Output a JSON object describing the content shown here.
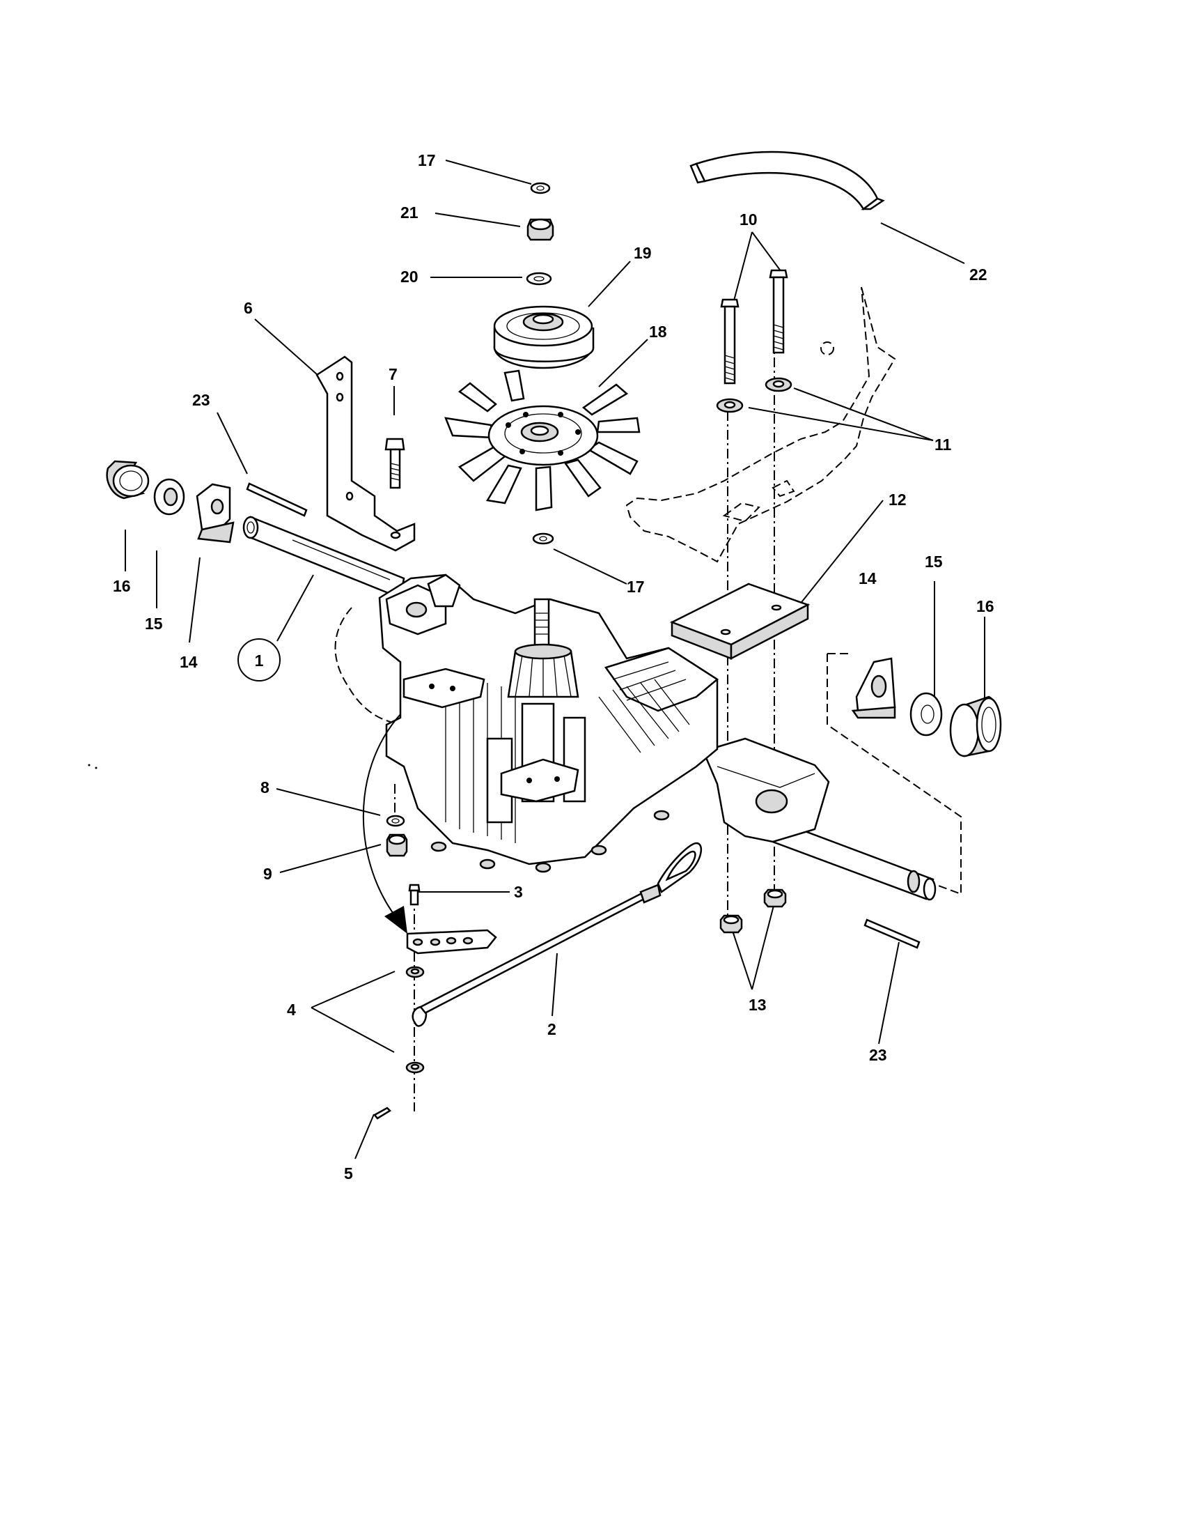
{
  "callouts": [
    {
      "id": "c17a",
      "text": "17"
    },
    {
      "id": "c21",
      "text": "21"
    },
    {
      "id": "c20",
      "text": "20"
    },
    {
      "id": "c19",
      "text": "19"
    },
    {
      "id": "c18",
      "text": "18"
    },
    {
      "id": "c22",
      "text": "22"
    },
    {
      "id": "c10",
      "text": "10"
    },
    {
      "id": "c11",
      "text": "11"
    },
    {
      "id": "c6",
      "text": "6"
    },
    {
      "id": "c7",
      "text": "7"
    },
    {
      "id": "c23a",
      "text": "23"
    },
    {
      "id": "c16a",
      "text": "16"
    },
    {
      "id": "c15a",
      "text": "15"
    },
    {
      "id": "c14a",
      "text": "14"
    },
    {
      "id": "c1",
      "text": "1"
    },
    {
      "id": "c17b",
      "text": "17"
    },
    {
      "id": "c12",
      "text": "12"
    },
    {
      "id": "c14b",
      "text": "14"
    },
    {
      "id": "c15b",
      "text": "15"
    },
    {
      "id": "c16b",
      "text": "16"
    },
    {
      "id": "c8",
      "text": "8"
    },
    {
      "id": "c9",
      "text": "9"
    },
    {
      "id": "c3",
      "text": "3"
    },
    {
      "id": "c4",
      "text": "4"
    },
    {
      "id": "c2",
      "text": "2"
    },
    {
      "id": "c13",
      "text": "13"
    },
    {
      "id": "c23b",
      "text": "23"
    },
    {
      "id": "c5",
      "text": "5"
    }
  ]
}
